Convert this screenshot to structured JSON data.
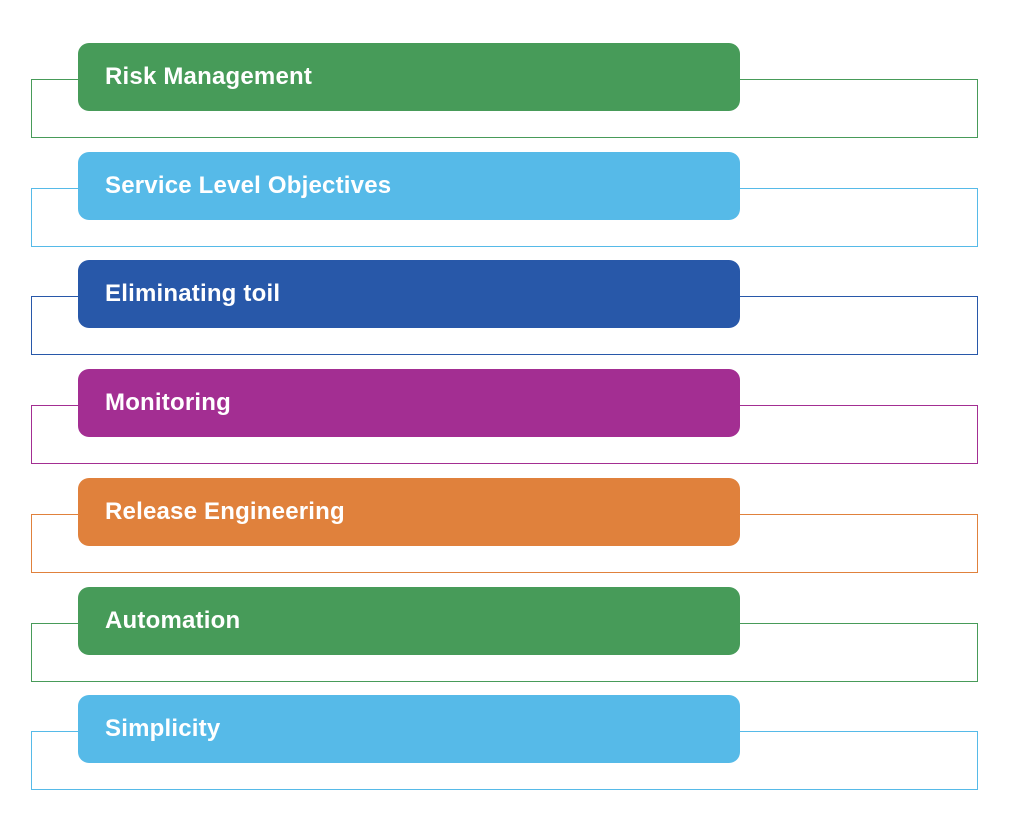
{
  "canvas": {
    "background": "#ffffff",
    "text_color": "#ffffff"
  },
  "items": [
    {
      "label": "Risk Management",
      "color": "#479b59"
    },
    {
      "label": "Service Level Objectives",
      "color": "#56bae8"
    },
    {
      "label": "Eliminating toil",
      "color": "#2858a9"
    },
    {
      "label": "Monitoring",
      "color": "#a32e92"
    },
    {
      "label": "Release Engineering",
      "color": "#e0813c"
    },
    {
      "label": "Automation",
      "color": "#479b59"
    },
    {
      "label": "Simplicity",
      "color": "#56bae8"
    }
  ]
}
